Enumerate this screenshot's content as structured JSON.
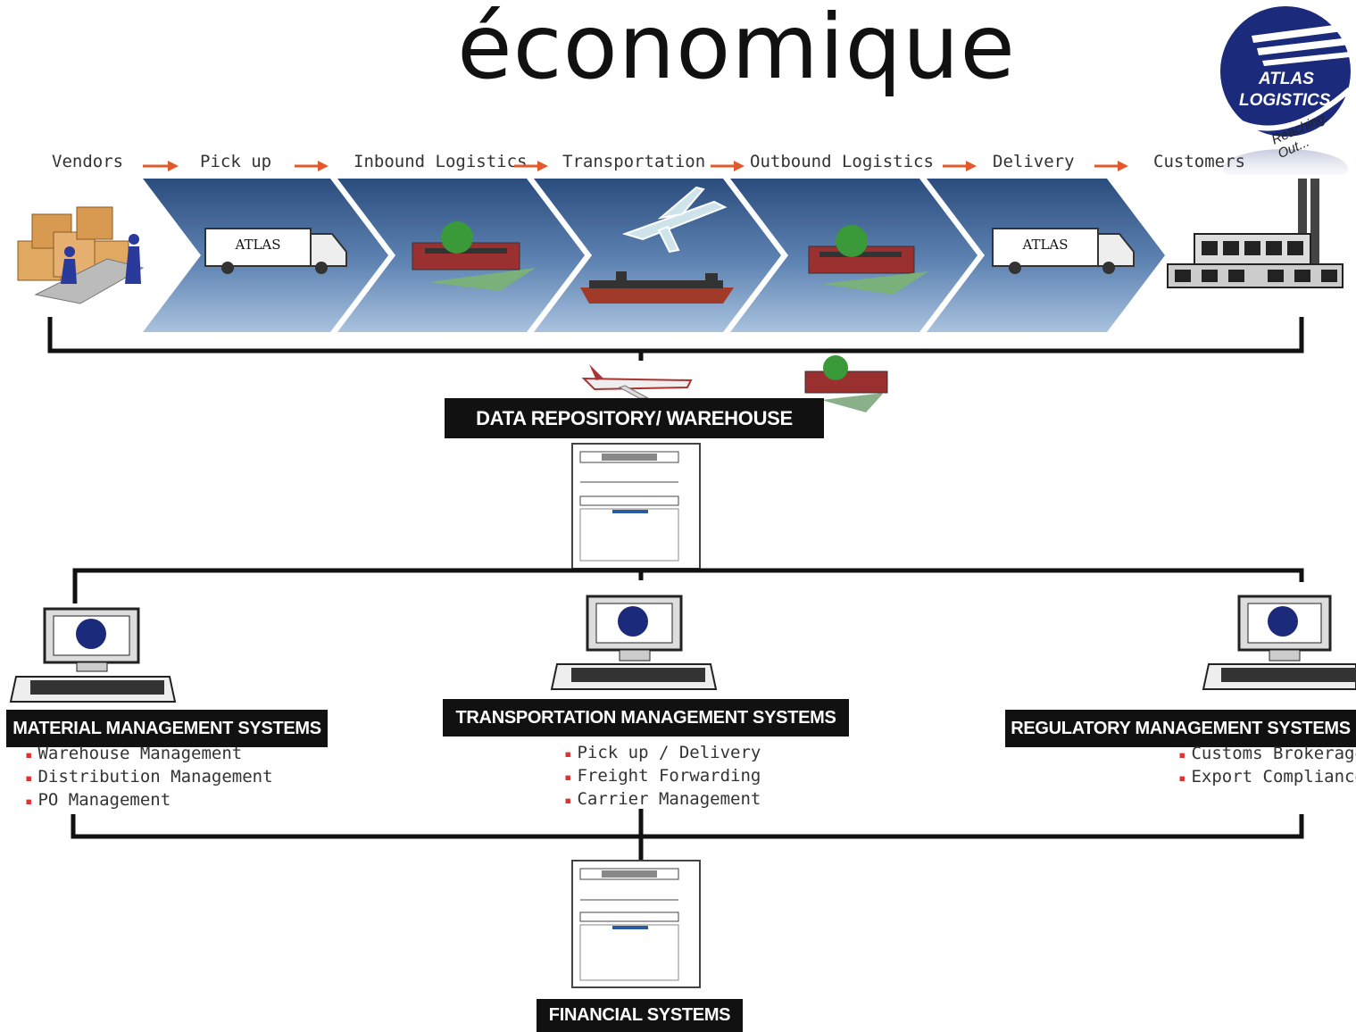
{
  "title": "économique",
  "logo": {
    "line1": "ATLAS",
    "line2": "LOGISTICS",
    "tagline": "Reaching Out..."
  },
  "chain": {
    "stages": [
      "Vendors",
      "Pick up",
      "Inbound Logistics",
      "Transportation",
      "Outbound Logistics",
      "Delivery",
      "Customers"
    ],
    "truck_brand": "ATLAS"
  },
  "repository": {
    "label": "DATA REPOSITORY/ WAREHOUSE"
  },
  "systems": {
    "material": {
      "label": "MATERIAL MANAGEMENT SYSTEMS",
      "items": [
        "Warehouse Management",
        "Distribution Management",
        "PO Management"
      ]
    },
    "transportation": {
      "label": "TRANSPORTATION MANAGEMENT SYSTEMS",
      "items": [
        "Pick up / Delivery",
        "Freight Forwarding",
        "Carrier Management"
      ]
    },
    "regulatory": {
      "label": "REGULATORY MANAGEMENT SYSTEMS",
      "items": [
        "Customs Brokerage",
        "Export Compliance"
      ]
    }
  },
  "financial": {
    "label": "FINANCIAL SYSTEMS"
  },
  "colors": {
    "chevron_dark": "#2b4d7e",
    "chevron_light": "#a9c2de",
    "arrow": "#e05a2a",
    "label_bg": "#111111",
    "logo_blue": "#1b2a7a",
    "bullet": "#dd3333"
  }
}
